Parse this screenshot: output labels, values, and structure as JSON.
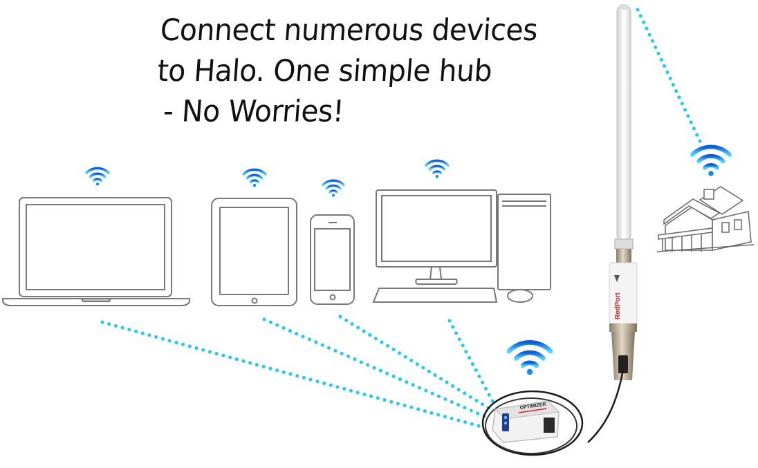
{
  "headline": {
    "line1": "Connect numerous devices",
    "line2": "to Halo. One simple hub",
    "line3": " - No Worries!"
  },
  "devices": [
    {
      "name": "laptop",
      "icon": "laptop-icon"
    },
    {
      "name": "tablet",
      "icon": "tablet-icon"
    },
    {
      "name": "phone",
      "icon": "phone-icon"
    },
    {
      "name": "desktop",
      "icon": "desktop-computer-icon"
    },
    {
      "name": "house",
      "icon": "house-icon"
    }
  ],
  "hub": {
    "label": "OPTIMIZER",
    "antenna_brand": "RedPort"
  },
  "colors": {
    "signal_dots": "#29c8f0",
    "wifi_light": "#5ad0ff",
    "wifi_dark": "#0a5fd6",
    "device_outline": "#777777",
    "antenna_white": "#f4f4f4",
    "antenna_metal": "#b8aa95",
    "brand_red": "#d0202a",
    "cable": "#1a1a1a"
  }
}
